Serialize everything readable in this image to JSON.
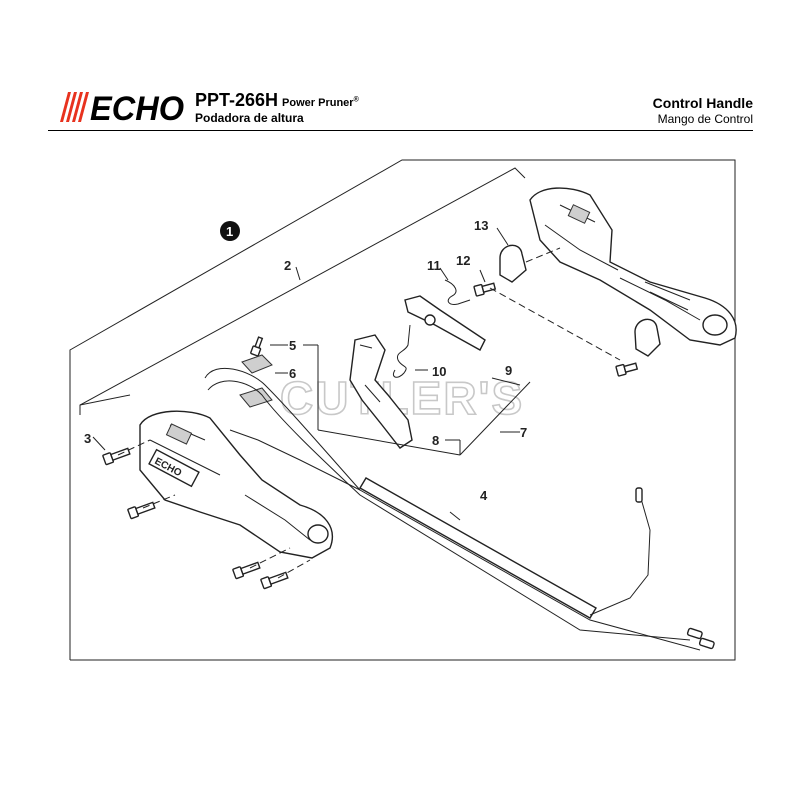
{
  "header": {
    "brand": "ECHO",
    "model": "PPT-266H",
    "model_desc": "Power Pruner",
    "model_desc_mark": "®",
    "subtitle": "Podadora de altura",
    "section_title": "Control Handle",
    "section_subtitle": "Mango de Control"
  },
  "watermark": "CUTLER'S",
  "handle_logo_text": "ECHO",
  "callouts": [
    "1",
    "2",
    "3",
    "4",
    "5",
    "6",
    "7",
    "8",
    "9",
    "10",
    "11",
    "12",
    "13"
  ],
  "colors": {
    "brand_red": "#e8321e",
    "line": "#222222"
  }
}
